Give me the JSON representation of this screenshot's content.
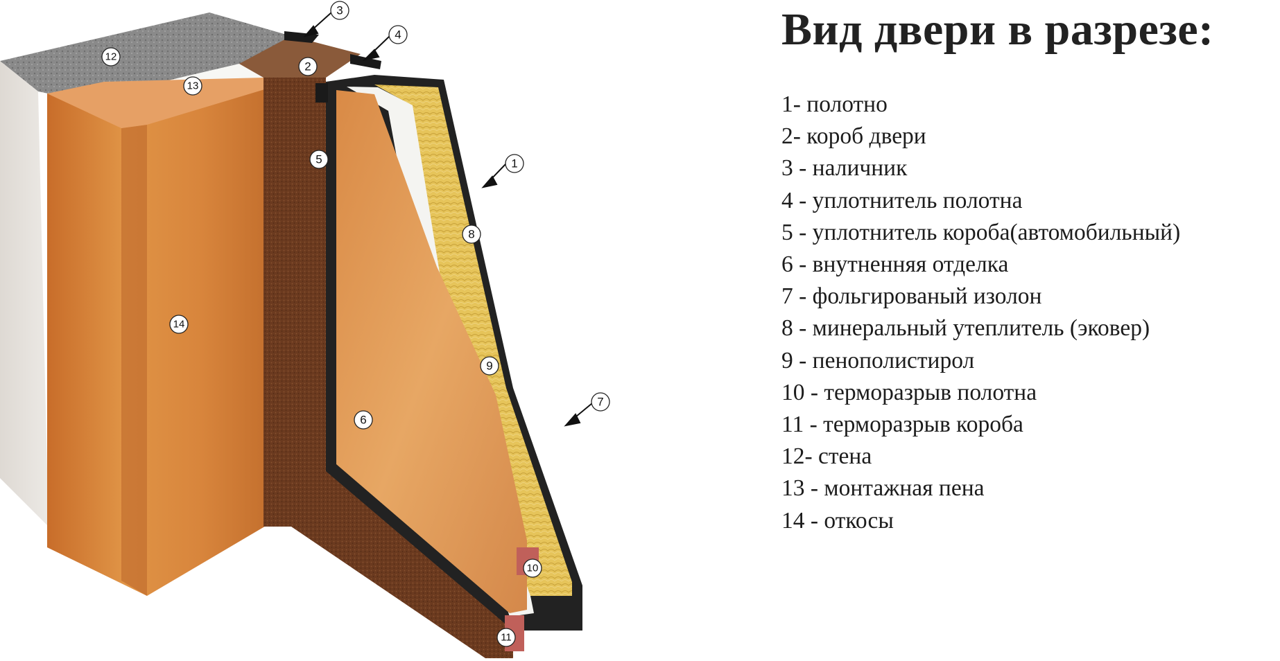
{
  "title": "Вид двери в разрезе:",
  "legend": [
    "1- полотно",
    "2- короб двери",
    "3 - наличник",
    "4 - уплотнитель полотна",
    "5 - уплотнитель короба(автомобильный)",
    "6 - внутненняя отделка",
    "7 - фольгированый изолон",
    "8 - минеральный утеплитель (эковер)",
    "9 - пенополистирол",
    "10 - терморазрыв полотна",
    "11 - терморазрыв короба",
    "12- стена",
    "13 - монтажная пена",
    "14 - откосы"
  ],
  "callouts": {
    "c1": "1",
    "c2": "2",
    "c3": "3",
    "c4": "4",
    "c5": "5",
    "c6": "6",
    "c7": "7",
    "c8": "8",
    "c9": "9",
    "c10": "10",
    "c11": "11",
    "c12": "12",
    "c13": "13",
    "c14": "14"
  },
  "colors": {
    "wood": "#d8853c",
    "wood_dark": "#c06a28",
    "metal": "#6b3a1f",
    "insulation": "#e6c45a",
    "foam": "#f7f7f4",
    "wall": "#8a8a8a",
    "wall_side": "#e5e2de"
  }
}
